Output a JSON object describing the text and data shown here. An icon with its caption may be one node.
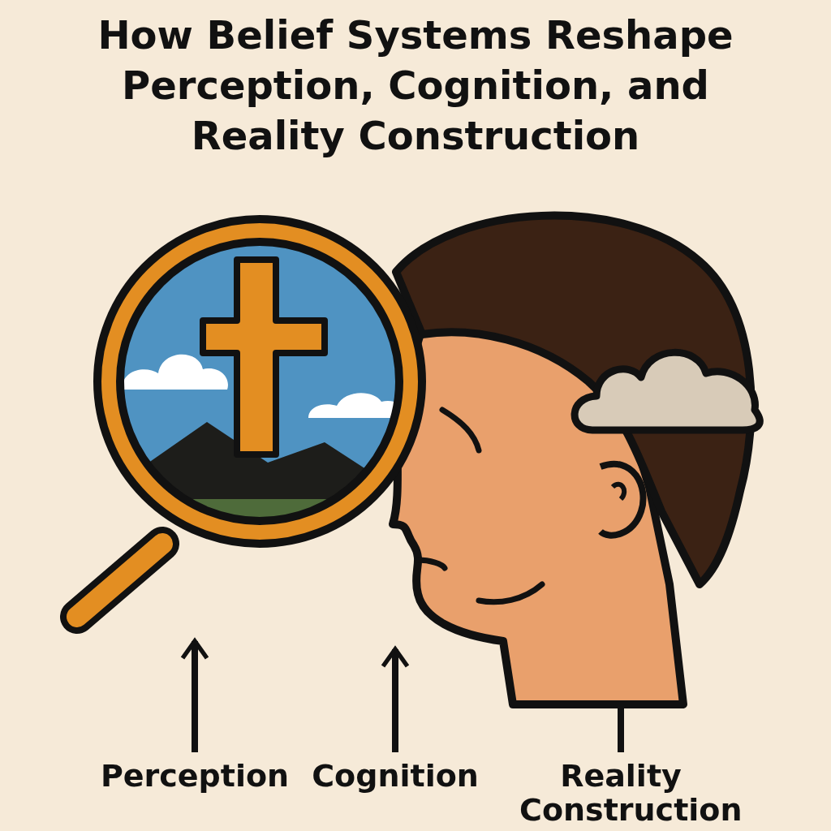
{
  "diagram": {
    "title": "How Belief Systems Reshape Perception, Cognition, and Reality Construction",
    "nodes": [
      {
        "text": [
          "Perception"
        ]
      },
      {
        "text": [
          "Cognition"
        ]
      },
      {
        "text": [
          "Reality Construction"
        ]
      },
      {
        "text": [],
        "shape": "picture"
      }
    ],
    "edges": [
      {
        "from": 0,
        "to": null,
        "arrow": "to"
      },
      {
        "from": 1,
        "to": 3,
        "arrow": "to"
      },
      {
        "from": 2,
        "to": 3,
        "arrow": "none"
      }
    ]
  }
}
